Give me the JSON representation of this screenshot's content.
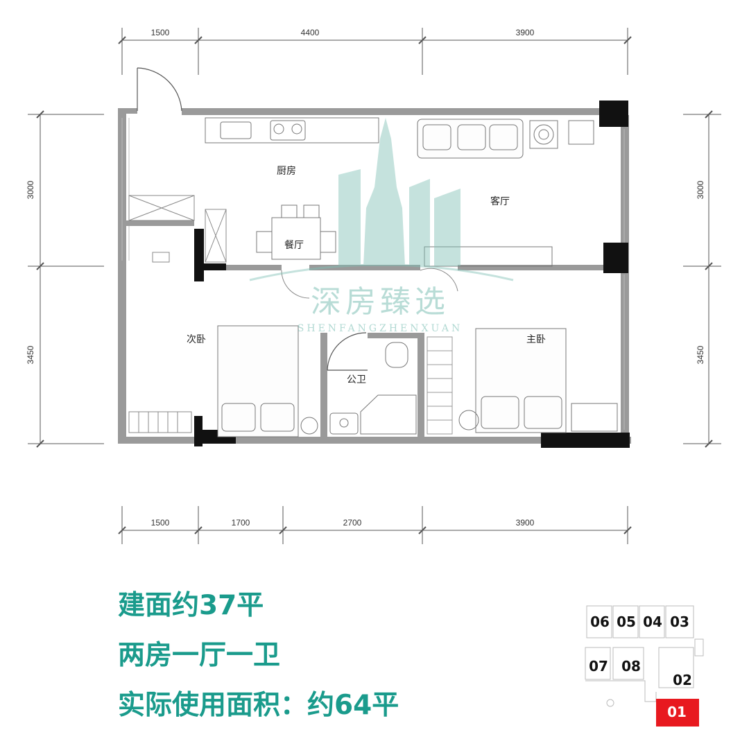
{
  "floorplan": {
    "top_dimensions": [
      "1500",
      "4400",
      "3900"
    ],
    "bottom_dimensions": [
      "1500",
      "1700",
      "2700",
      "3900"
    ],
    "left_dimensions": [
      "3000",
      "3450"
    ],
    "right_dimensions": [
      "3000",
      "3450"
    ],
    "rooms": {
      "kitchen": "厨房",
      "living_room": "客厅",
      "dining_room": "餐厅",
      "second_bedroom": "次卧",
      "master_bedroom": "主卧",
      "bathroom": "公卫"
    },
    "watermark": {
      "chinese": "深房臻选",
      "english": "SHENFANGZHENXUAN"
    }
  },
  "summary": {
    "built_area": "建面约37平",
    "layout": "两房一厅一卫",
    "usable_area": "实际使用面积：约64平"
  },
  "key_plan": {
    "units": [
      "06",
      "05",
      "04",
      "03",
      "07",
      "08",
      "02",
      "01"
    ],
    "highlighted_unit": "01",
    "highlight_color": "#e8191f"
  },
  "colors": {
    "accent": "#1a9b8c",
    "wall": "#9a9a9a",
    "column": "#111111"
  }
}
